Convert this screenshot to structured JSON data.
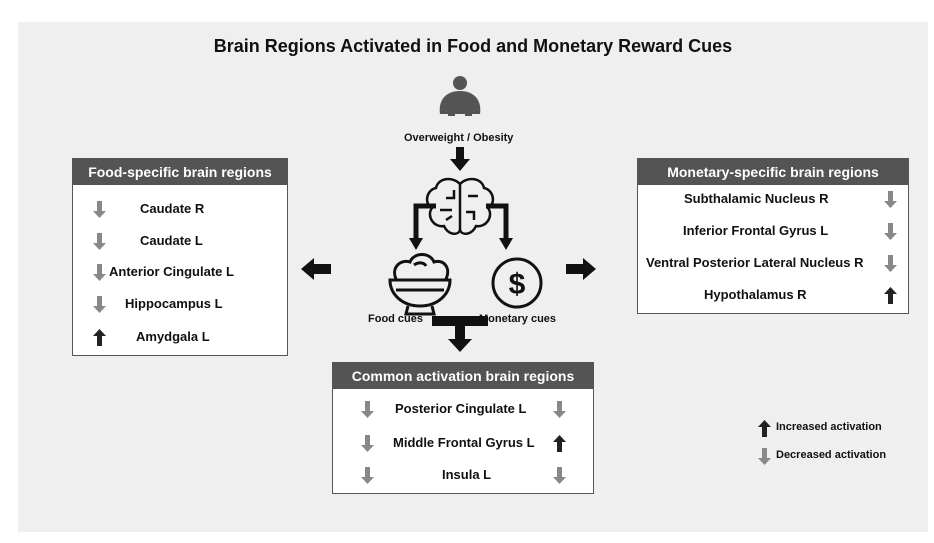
{
  "title": "Brain Regions Activated in Food and Monetary Reward Cues",
  "center": {
    "obesity_label": "Overweight / Obesity",
    "food_label": "Food cues",
    "money_label": "Monetary cues",
    "icons": [
      "person-icon",
      "brain-icon",
      "food-bowl-icon",
      "dollar-icon"
    ]
  },
  "food_panel": {
    "header": "Food-specific brain regions",
    "items": [
      {
        "label": "Caudate R",
        "direction": "decreased"
      },
      {
        "label": "Caudate L",
        "direction": "decreased"
      },
      {
        "label": "Anterior Cingulate L",
        "direction": "decreased"
      },
      {
        "label": "Hippocampus L",
        "direction": "decreased"
      },
      {
        "label": "Amydgala L",
        "direction": "increased"
      }
    ]
  },
  "money_panel": {
    "header": "Monetary-specific brain regions",
    "items": [
      {
        "label": "Subthalamic Nucleus R",
        "direction": "decreased"
      },
      {
        "label": "Inferior Frontal Gyrus L",
        "direction": "decreased"
      },
      {
        "label": "Ventral Posterior Lateral Nucleus R",
        "direction": "decreased"
      },
      {
        "label": "Hypothalamus R",
        "direction": "increased"
      }
    ]
  },
  "common_panel": {
    "header": "Common activation brain regions",
    "items": [
      {
        "label": "Posterior Cingulate L",
        "food": "decreased",
        "money": "decreased"
      },
      {
        "label": "Middle Frontal Gyrus L",
        "food": "decreased",
        "money": "increased"
      },
      {
        "label": "Insula L",
        "food": "decreased",
        "money": "decreased"
      }
    ]
  },
  "legend": {
    "increased": "Increased activation",
    "decreased": "Decreased activation"
  },
  "colors": {
    "increased": "#222222",
    "decreased": "#888888",
    "header": "#545454",
    "background": "#efefef"
  }
}
